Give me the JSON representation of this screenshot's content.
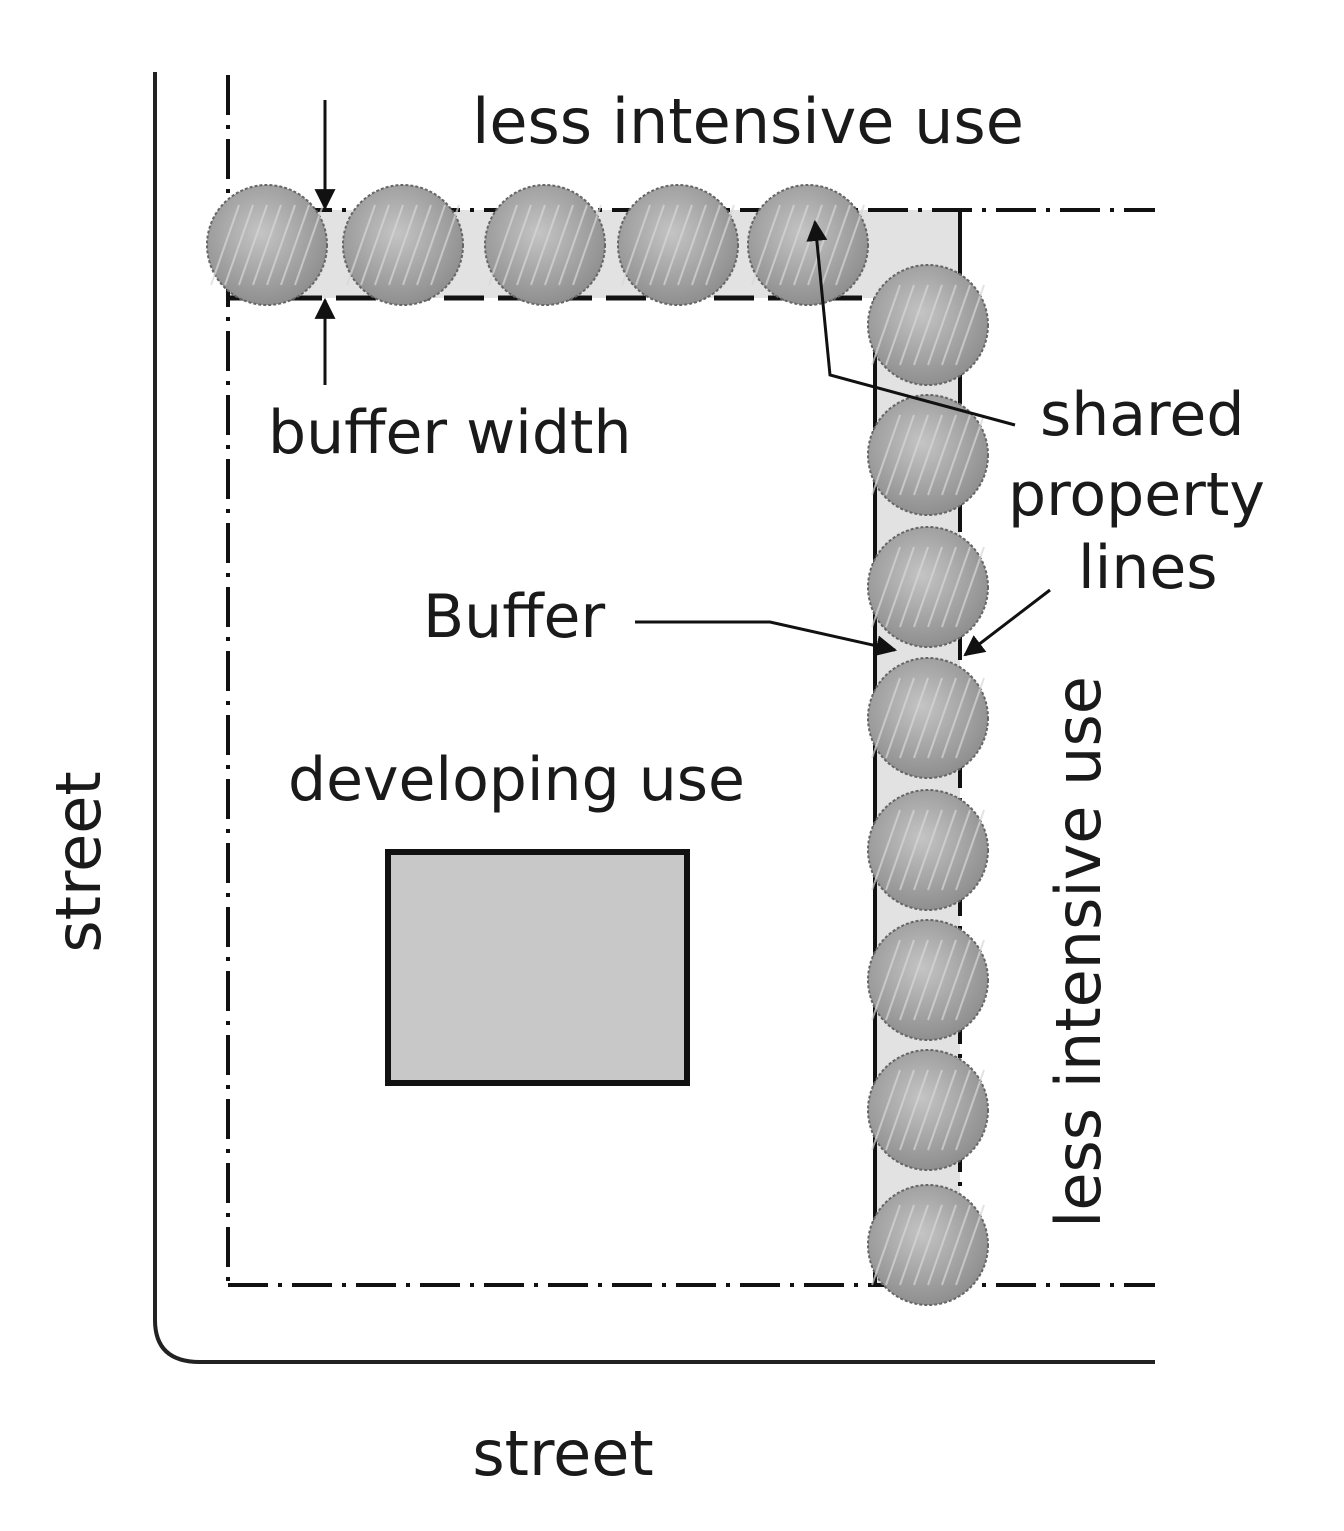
{
  "labels": {
    "top_use": "less intensive use",
    "right_use": "less intensive use",
    "buffer_width": "buffer width",
    "shared_line1": "shared",
    "shared_line2": "property",
    "shared_line3": "lines",
    "buffer": "Buffer",
    "developing_use": "developing use",
    "street_left": "street",
    "street_bottom": "street"
  },
  "colors": {
    "buffer_fill": "#e2e2e2",
    "tree_fill": "#a9a9a9",
    "building_fill": "#c8c8c8",
    "line": "#111111"
  }
}
